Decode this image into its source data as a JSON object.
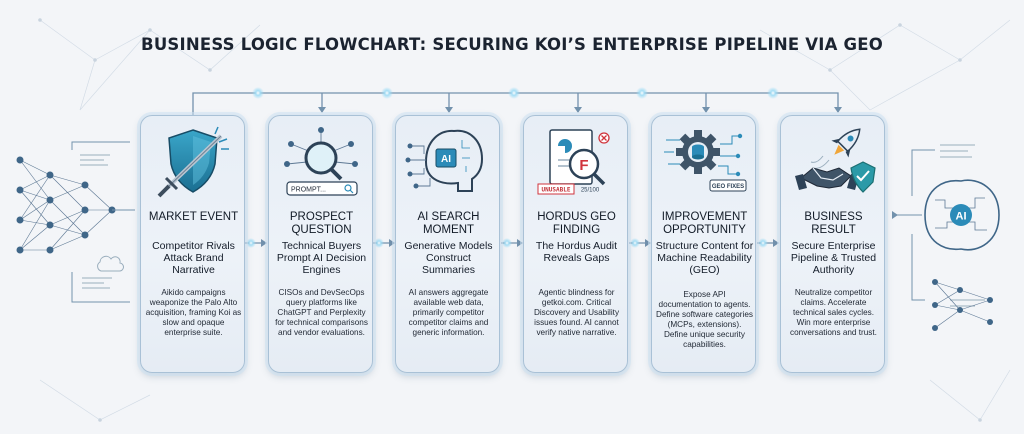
{
  "title": "BUSINESS LOGIC FLOWCHART: SECURING KOI’S ENTERPRISE PIPELINE VIA GEO",
  "steps": [
    {
      "step": "MARKET EVENT",
      "headline": "Competitor Rivals Attack Brand Narrative",
      "description": "Aikido campaigns weaponize the Palo Alto acquisition, framing Koi as slow and opaque enterprise suite.",
      "icon": "shield-sword-icon"
    },
    {
      "step": "PROSPECT QUESTION",
      "headline": "Technical Buyers Prompt AI Decision Engines",
      "description": "CISOs and DevSecOps query platforms like ChatGPT and Perplexity for technical comparisons and vendor evaluations.",
      "icon": "magnifier-network-icon",
      "icon_text": "PROMPT..."
    },
    {
      "step": "AI SEARCH MOMENT",
      "headline": "Generative Models Construct Summaries",
      "description": "AI answers aggregate available web data, primarily competitor competitor claims and generic information.",
      "icon": "ai-brain-icon",
      "icon_text": "AI"
    },
    {
      "step": "HORDUS GEO FINDING",
      "headline": "The Hordus Audit Reveals Gaps",
      "description": "Agentic blindness for getkoi.com. Critical Discovery and Usability issues found. AI cannot verify native narrative.",
      "icon": "audit-report-icon",
      "icon_text": "F",
      "icon_badge": "UNUSABLE",
      "icon_score": "25/100"
    },
    {
      "step": "IMPROVEMENT OPPORTUNITY",
      "headline": "Structure Content for Machine Readability (GEO)",
      "description": "Expose API documentation to agents. Define software categories (MCPs, extensions). Define unique security capabilities.",
      "icon": "gear-database-icon",
      "icon_text": "GEO FIXES"
    },
    {
      "step": "BUSINESS RESULT",
      "headline": "Secure Enterprise Pipeline & Trusted Authority",
      "description": "Neutralize competitor claims. Accelerate technical sales cycles. Win more enterprise conversations and trust.",
      "icon": "rocket-handshake-icon"
    }
  ],
  "right_icon_text": "AI",
  "colors": {
    "accent": "#2b8bb8",
    "card_border": "#a9c1d6",
    "line": "#7392ad",
    "glow": "#8fd3f2",
    "alert_red": "#d0343c",
    "success_teal": "#2b9aa8"
  }
}
